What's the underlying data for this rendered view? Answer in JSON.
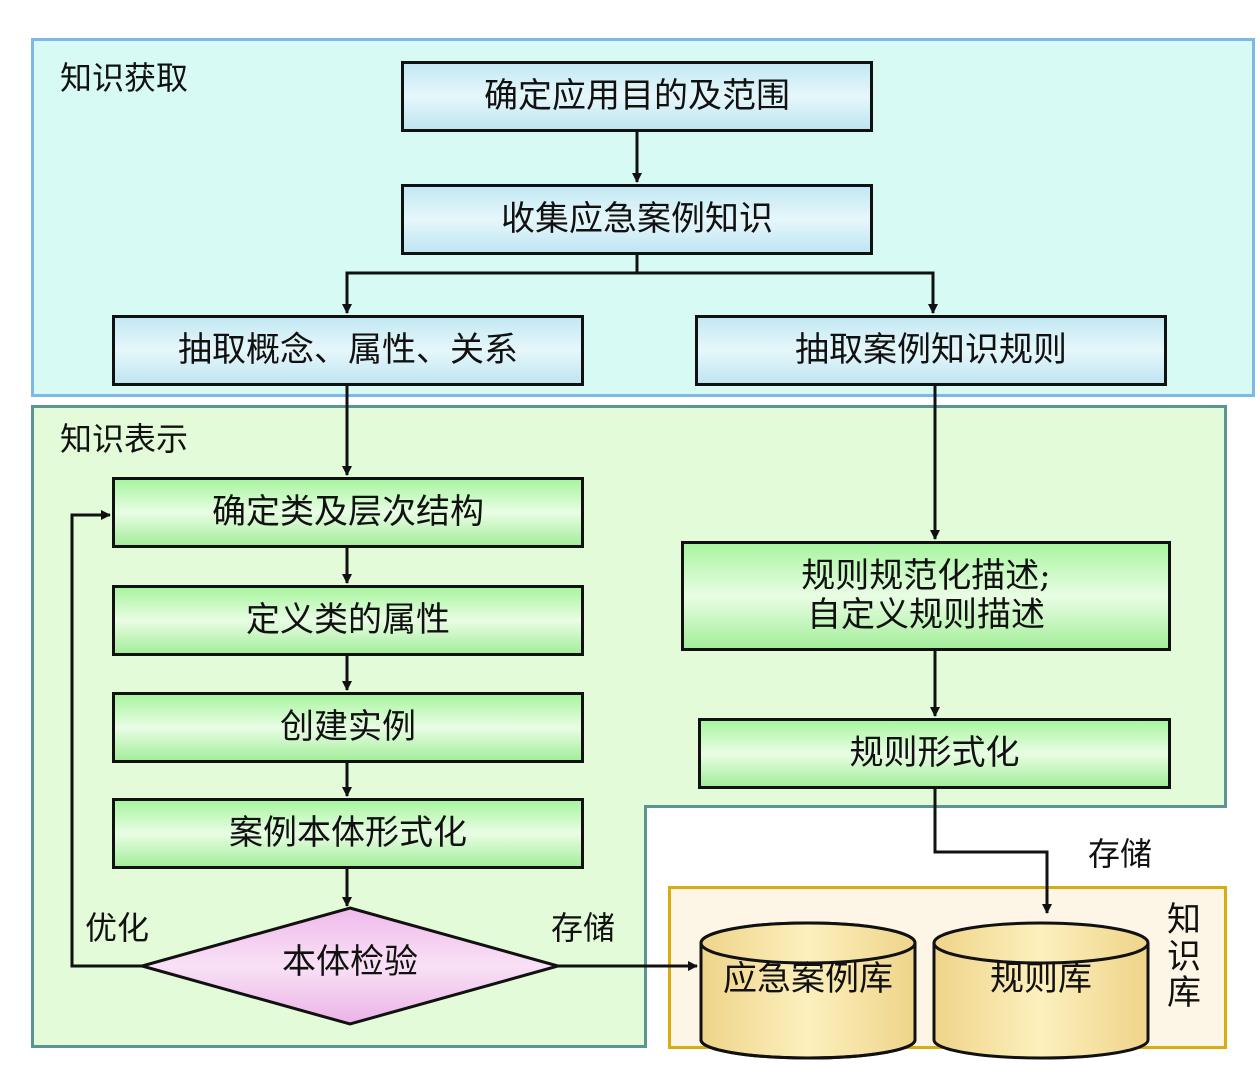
{
  "regions": {
    "acquisition": {
      "label": "知识获取",
      "color": "#d7fbf4",
      "border": "#7db8e8"
    },
    "representation": {
      "label": "知识表示",
      "color": "#e3fbd9",
      "border": "#5a9494"
    },
    "knowledge_base": {
      "label": "知识库",
      "label_chars": [
        "知",
        "识",
        "库"
      ],
      "color": "#fdf6e6",
      "border": "#d8ad11"
    }
  },
  "nodes": {
    "determine_scope": "确定应用目的及范围",
    "collect_knowledge": "收集应急案例知识",
    "extract_concepts": "抽取概念、属性、关系",
    "extract_rules": "抽取案例知识规则",
    "define_classes": "确定类及层次结构",
    "define_attributes": "定义类的属性",
    "create_instances": "创建实例",
    "formalize_ontology": "案例本体形式化",
    "ontology_check": "本体检验",
    "rule_description_line1": "规则规范化描述;",
    "rule_description_line2": "自定义规则描述",
    "rule_formalize": "规则形式化"
  },
  "databases": {
    "case_db": "应急案例库",
    "rule_db": "规则库"
  },
  "edge_labels": {
    "optimize": "优化",
    "store_case": "存储",
    "store_rule": "存储"
  },
  "colors": {
    "blue_node": "#c3e8f3",
    "green_node": "#a8f5a0",
    "diamond": "#f2c6ee",
    "cylinder": "#f7e3a2"
  }
}
